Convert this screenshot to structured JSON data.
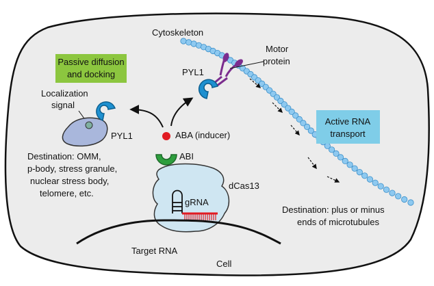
{
  "labels": {
    "cytoskeleton": "Cytoskeleton",
    "motor_protein_line1": "Motor",
    "motor_protein_line2": "protein",
    "pyl1_top": "PYL1",
    "passive_line1": "Passive diffusion",
    "passive_line2": "and docking",
    "localization_line1": "Localization",
    "localization_line2": "signal",
    "pyl1_left": "PYL1",
    "aba": "ABA (inducer)",
    "abi": "ABI",
    "dcas13": "dCas13",
    "grna": "gRNA",
    "target_rna": "Target RNA",
    "cell": "Cell",
    "active_line1": "Active RNA",
    "active_line2": "transport",
    "dest_left_line1": "Destination: OMM,",
    "dest_left_line2": "p-body, stress granule,",
    "dest_left_line3": "nuclear stress body,",
    "dest_left_line4": "telomere, etc.",
    "dest_right_line1": "Destination: plus or minus",
    "dest_right_line2": "ends of microtubules"
  },
  "colors": {
    "green_box": "#8cc63f",
    "blue_box": "#7fcde8",
    "pyl1_blue": "#1e90d0",
    "aba_red": "#e11b22",
    "abi_green": "#2e9e3e",
    "dcas13_fill": "#cfe6f2",
    "microtubule_bead": "#8ec9f0",
    "motor_purple": "#7b2d8e",
    "organelle_fill": "#a9b7dc",
    "rna_red": "#e11b22"
  }
}
